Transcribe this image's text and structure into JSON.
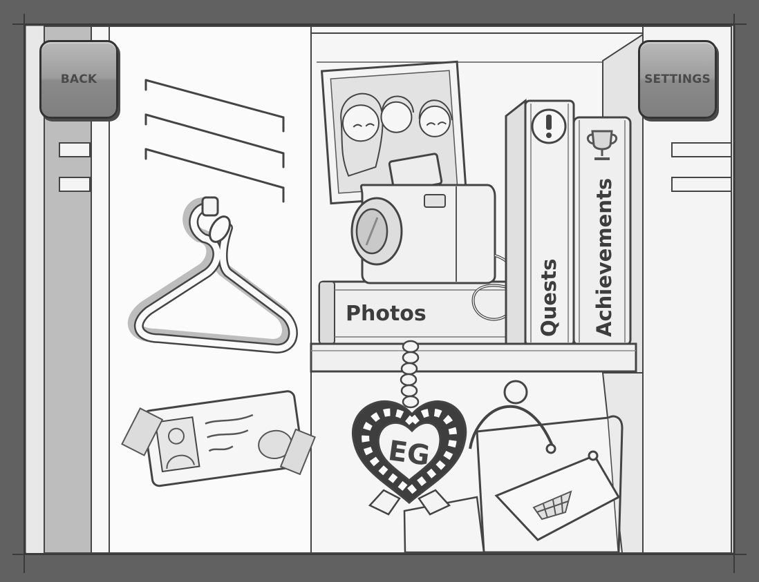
{
  "hud": {
    "back_label": "BACK",
    "settings_label": "SETTINGS"
  },
  "shelf_items": {
    "photos_label": "Photos",
    "quests_label": "Quests",
    "achievements_label": "Achievements"
  },
  "charm": {
    "initials": "EG"
  },
  "icons": {
    "quests": "exclamation-icon",
    "achievements": "trophy-icon",
    "bag_logo": "basket-icon"
  }
}
